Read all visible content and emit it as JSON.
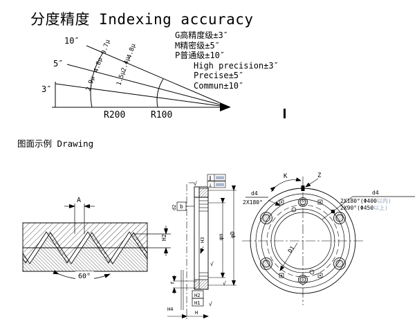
{
  "page": {
    "title": "分度精度 Indexing accuracy",
    "section_label": "图面示例  Drawing"
  },
  "fan": {
    "angles": [
      "10″",
      "5″",
      "3″"
    ],
    "r200": {
      "label": "R200",
      "values": [
        "2.9µ",
        "4.8µ",
        "9.7µ"
      ]
    },
    "r100": {
      "label": "R100",
      "values": [
        "1.5µ",
        "2.4µ",
        "4.8µ"
      ]
    },
    "grades": [
      "G高精度级±3″",
      "M精密级±5″",
      "P普通级±10″",
      "High precision±3″",
      "Precise±5″",
      "Commun±10″"
    ]
  },
  "worm": {
    "dim_a": "A",
    "angle": "60°",
    "dim_h2": "H2"
  },
  "section": {
    "d2": "d2",
    "b": "b",
    "h3": "H3",
    "phi_n": "φn",
    "phi_d": "φD",
    "h2": "H2",
    "h1": "H1",
    "h": "H",
    "h4": "H4",
    "f": "f",
    "gdt_parallel": "∥",
    "gdt_perp": "⊥",
    "finish": "√"
  },
  "flange": {
    "k": "K",
    "z": "Z",
    "d1": "D1",
    "note_left": {
      "top": "d4",
      "bottom": "2X180°"
    },
    "note_right": {
      "top": "d4",
      "line1": "2X180°(Φ400",
      "line1_zh": "以内)",
      "line2": "2X90°(Φ450",
      "line2_zh": "以上)"
    }
  },
  "colors": {
    "ink": "#000000",
    "subtle_blue": "#8fa0bf"
  }
}
